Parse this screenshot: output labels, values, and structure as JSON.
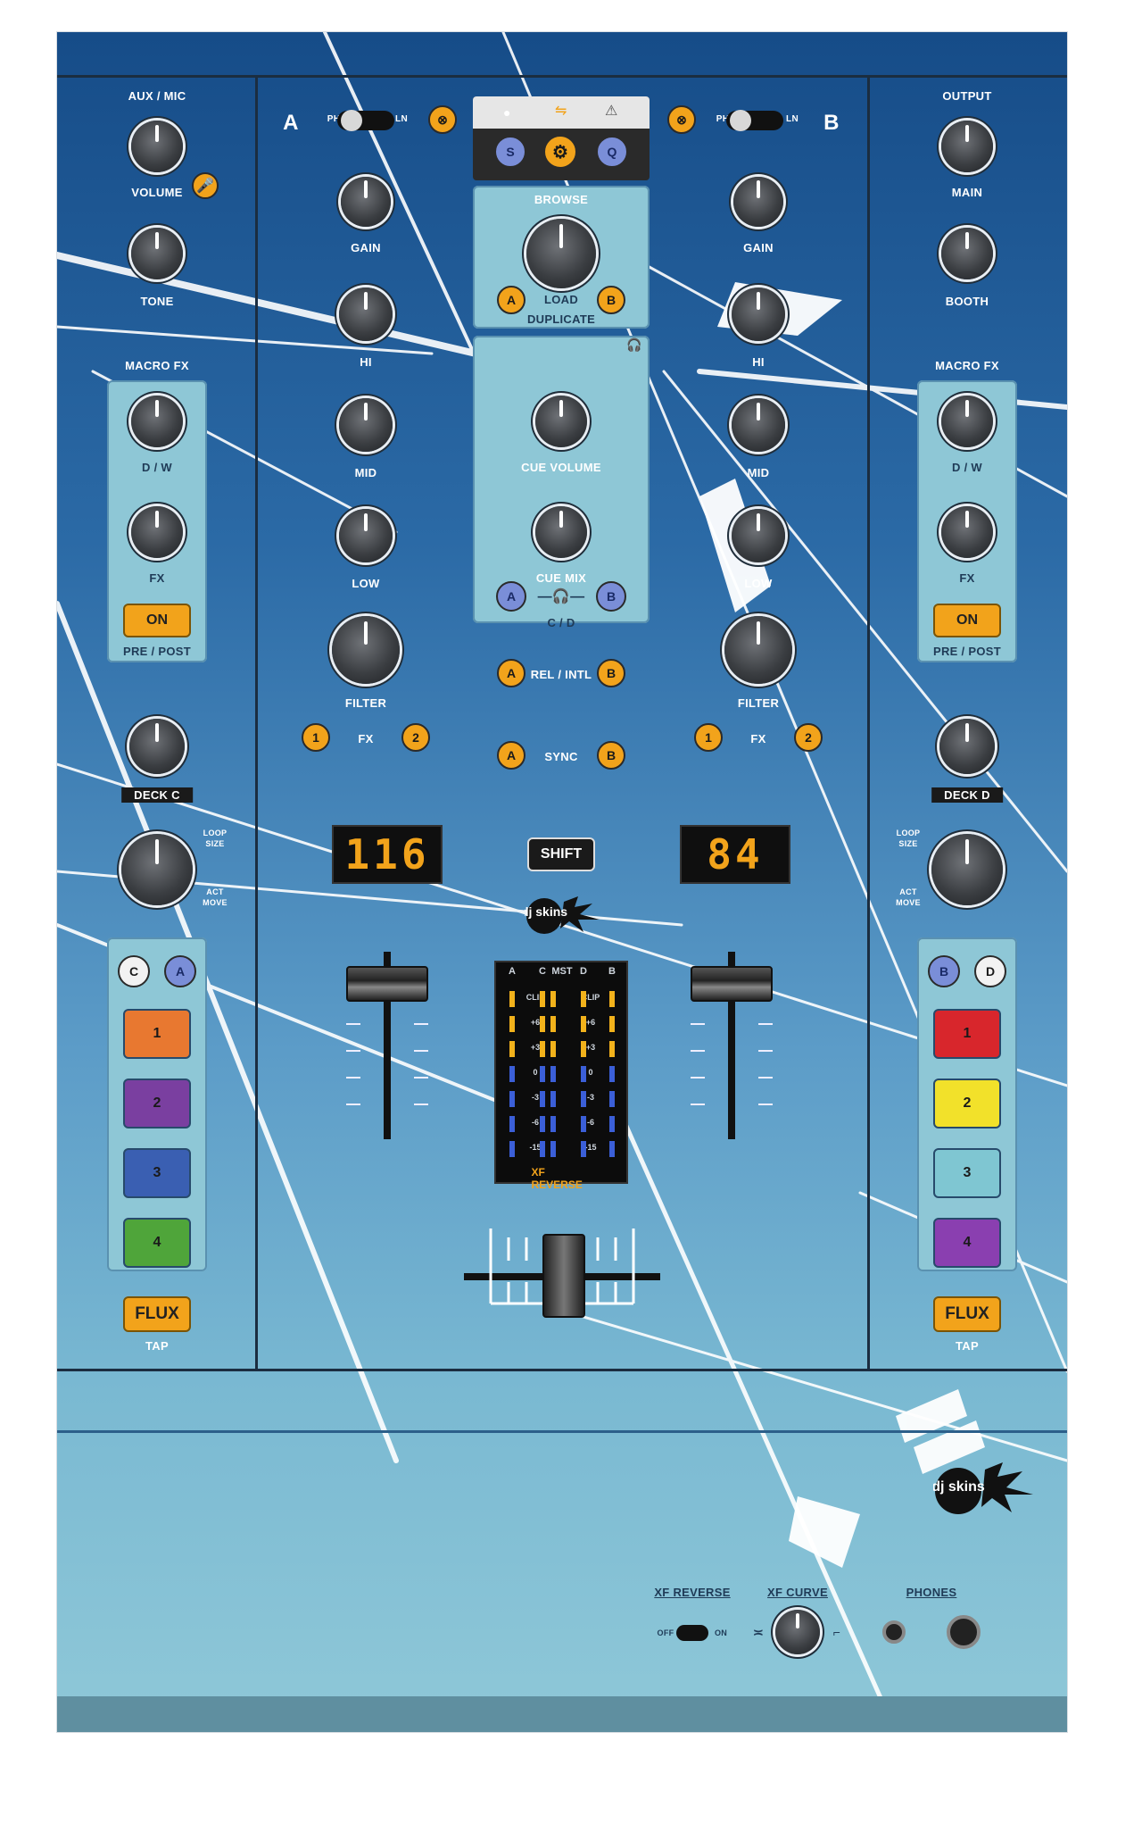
{
  "deck_labels": {
    "a": "A",
    "b": "B"
  },
  "left": {
    "aux_mic": "AUX / MIC",
    "volume": "VOLUME",
    "tone": "TONE",
    "macro_fx": "MACRO FX",
    "dw": "D / W",
    "fx": "FX",
    "on": "ON",
    "pre_post": "PRE / POST",
    "deck": "DECK C",
    "loop_size": [
      "LOOP",
      "SIZE"
    ],
    "act_move": [
      "ACT",
      "MOVE"
    ],
    "deck_btn1": "C",
    "deck_btn2": "A",
    "pads": [
      {
        "label": "1",
        "color": "#e87830"
      },
      {
        "label": "2",
        "color": "#7a3fa0"
      },
      {
        "label": "3",
        "color": "#3a5fb2"
      },
      {
        "label": "4",
        "color": "#4fa53a"
      }
    ],
    "flux": "FLUX",
    "tap": "TAP"
  },
  "right": {
    "output": "OUTPUT",
    "main": "MAIN",
    "booth": "BOOTH",
    "macro_fx": "MACRO FX",
    "dw": "D / W",
    "fx": "FX",
    "on": "ON",
    "pre_post": "PRE / POST",
    "deck": "DECK D",
    "loop_size": [
      "LOOP",
      "SIZE"
    ],
    "act_move": [
      "ACT",
      "MOVE"
    ],
    "deck_btn1": "B",
    "deck_btn2": "D",
    "pads": [
      {
        "label": "1",
        "color": "#d8262c"
      },
      {
        "label": "2",
        "color": "#f2e12a"
      },
      {
        "label": "3",
        "color": "#7fc6d2"
      },
      {
        "label": "4",
        "color": "#8a3fb0"
      }
    ],
    "flux": "FLUX",
    "tap": "TAP"
  },
  "channel": {
    "ph": "PH",
    "ln": "LN",
    "gain": "GAIN",
    "hi": "HI",
    "mid": "MID",
    "low": "LOW",
    "filter": "FILTER",
    "fx": "FX",
    "fx1": "1",
    "fx2": "2"
  },
  "center": {
    "s_btn": "S",
    "q_btn": "Q",
    "browse": "BROWSE",
    "load": "LOAD",
    "duplicate": "DUPLICATE",
    "cue_volume": "CUE VOLUME",
    "cue_mix": "CUE MIX",
    "cd": "C / D",
    "rel_intl": "REL / INTL",
    "sync": "SYNC",
    "shift": "SHIFT",
    "btn_a": "A",
    "btn_b": "B"
  },
  "displays": {
    "left": "116",
    "right": "84"
  },
  "meter": {
    "headers": [
      "A",
      "C",
      "MST",
      "D",
      "B"
    ],
    "scale": [
      "CLIP",
      "+6",
      "+3",
      "0",
      "-3",
      "-6",
      "-15"
    ],
    "footer": "XF REVERSE"
  },
  "bottom": {
    "xf_reverse": "XF REVERSE",
    "xf_curve": "XF CURVE",
    "phones": "PHONES",
    "off": "OFF",
    "on": "ON"
  },
  "brand": {
    "logo_text": "dj skins"
  }
}
